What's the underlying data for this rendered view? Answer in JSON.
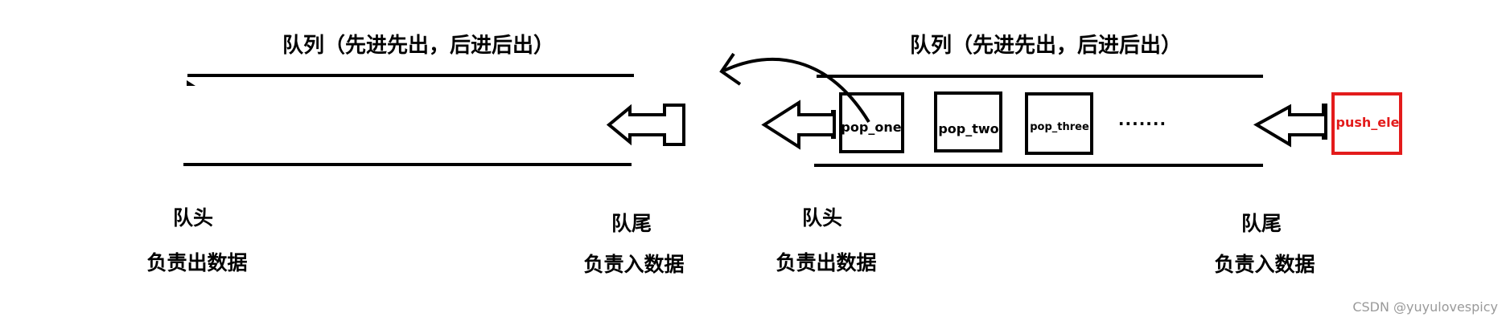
{
  "left_queue": {
    "title": "队列（先进先出，后进后出）",
    "head_label": "队头",
    "head_desc": "负责出数据",
    "tail_label": "队尾",
    "tail_desc": "负责入数据"
  },
  "right_queue": {
    "title": "队列（先进先出，后进后出）",
    "head_label": "队头",
    "head_desc": "负责出数据",
    "tail_label": "队尾",
    "tail_desc": "负责入数据",
    "elements": [
      "pop_one",
      "pop_two",
      "pop_three"
    ],
    "ellipsis": ".......",
    "push_element": "push_ele"
  },
  "colors": {
    "line": "#000000",
    "push_highlight": "#e31b1b",
    "watermark": "#9a9a9a"
  },
  "watermark": "CSDN @yuyulovespicy"
}
